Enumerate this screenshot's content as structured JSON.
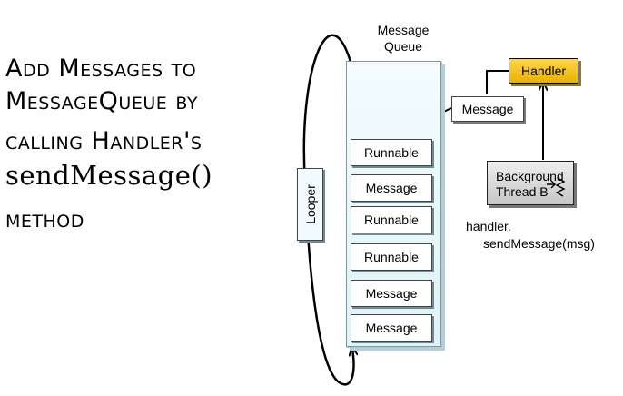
{
  "title": {
    "line1": "Add Messages to",
    "line2": "MessageQueue by",
    "line3": "calling Handler's",
    "line4": "sendMessage()",
    "line5": "method"
  },
  "queue": {
    "label_line1": "Message",
    "label_line2": "Queue",
    "items": [
      "Runnable",
      "Message",
      "Runnable",
      "Runnable",
      "Message",
      "Message"
    ]
  },
  "looper": {
    "label": "Looper"
  },
  "handler": {
    "label": "Handler",
    "color": "#f5c518"
  },
  "incoming_message": {
    "label": "Message"
  },
  "thread": {
    "line1": "Background",
    "line2": "Thread B"
  },
  "code": {
    "line1": "handler.",
    "line2": "sendMessage(msg)"
  }
}
